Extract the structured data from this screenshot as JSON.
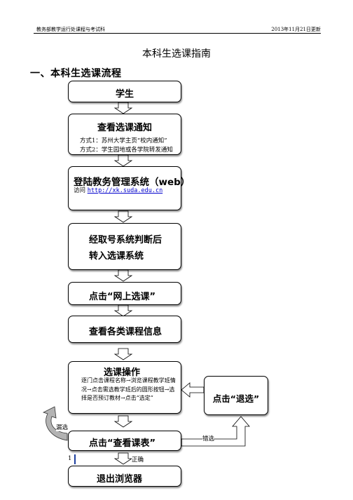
{
  "header": {
    "left": "教务部教学运行处课程与考试科",
    "right": "2013年11月21日更新"
  },
  "doc_title": "本科生选课指南",
  "section_title": "一、本科生选课流程",
  "flow": {
    "student": "学生",
    "notice": {
      "title": "查看选课通知",
      "line1": "方式1：苏州大学主页“校内通知”",
      "line2": "方式2：学生园地或各学院转发通知"
    },
    "login": {
      "title": "登陆教务管理系统（web）",
      "visit_label": "访问",
      "url": "http://xk.suda.edu.cn"
    },
    "check": {
      "line1": "经取号系统判断后",
      "line2": "转入选课系统"
    },
    "click_online": "点击“网上选课”",
    "info": "查看各类课程信息",
    "operation": {
      "title": "选课操作",
      "desc": "逐门点击课程名称→浏览课程教学班情况→点击需选教学班后的圆形按钮→选择是否预订教材→点击“选定”"
    },
    "withdraw": "点击“退选”",
    "schedule": "点击“查看课表”",
    "exit": "退出浏览器"
  },
  "labels": {
    "missed": "漏选",
    "wrong": "错选",
    "correct": "正确",
    "page_number": "1"
  }
}
